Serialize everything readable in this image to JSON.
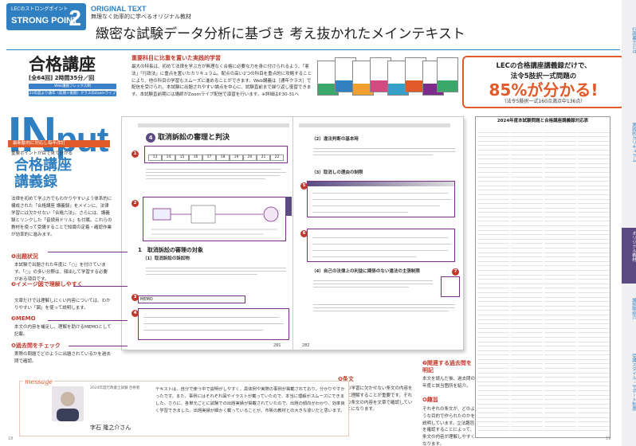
{
  "header": {
    "strong_point_label": "LECのストロングポイント",
    "strong_point_en": "STRONG POINT",
    "strong_point_no": "2",
    "original_text": "ORIGINAL TEXT",
    "original_sub": "無理なく効率的に学べるオリジナル教材",
    "headline": "緻密な試験データ分析に基づき 考え抜かれたメインテキスト"
  },
  "course": {
    "title": "合格講座",
    "meta": "[全64回] 2時間35分／回",
    "bar1": "Web講座フレックス制",
    "bar2": "21年度より通年（前期＋後期）クラスのZoomライブ配信授業あり"
  },
  "feature": {
    "title": "重要科目に比重を置いた実践的学習",
    "body": "最大の特長は、初めて法律を学ぶ方が無理なく合格に必要な力を身に付けられるよう、「憲法」「行政法」に重点を置いたカリキュラム。配点の高い2つの科目を重点的に攻略することにより、他の科目の学習もスムーズに進めることができます。Web講義は［通年クラス］で配信を受けられ、本試験に出題されやすい論点を中心に、試験直前まで繰り返し復習できます。本試験直前期には講師がZoomライブ配信で演習を行います。※詳細はP.30-31へ"
  },
  "callout": {
    "line1": "LECの合格講座講義録だけで、",
    "line2": "法令5肢択一式問題の",
    "pct": "85%が分かる!",
    "note": "（法令5肢択一式160点満点中136点）"
  },
  "tabs": [
    "行政書士とは",
    "実践的カリキュラム",
    "オリジナル教材",
    "講師陣紹介",
    "受講スタイル・サポート制度"
  ],
  "input": {
    "in": "IN",
    "put": "put",
    "redbar": "最新動向に対応し毎年改訂",
    "keyword": "重要ポイントが目で見て分かる",
    "title_line1": "合格講座",
    "title_line2": "講義録",
    "lead": "法律を初めて学ぶ方でもわかりやすいよう体系的に構成された「合格講座 講義録」をメインに、法律学習には欠かせない「合格六法」、さらには、講義録とリンクした「音読用ドリル」も付属。これらの教材を使って受講することで知識の定着・確認作業が効率的に進みます。"
  },
  "points": [
    {
      "title": "❶出題状況",
      "body": "本試験で出題された年度に「○」を付けています。「○」の多い分野は、頻出して学習する必要がある項目です。"
    },
    {
      "title": "❷イメージ図で理解しやすく",
      "body": "文章だけでは理解しにくい内容については、わかりやすい「図」を使って説明します。"
    },
    {
      "title": "❸MEMO",
      "body": "本文の内容を補足し、理解を助けるMEMOとして記載。"
    },
    {
      "title": "❹過去問をチェック",
      "body": "実際の問題でどのように出題されているかを過去問で確認。"
    }
  ],
  "spread": {
    "section_title": "取消訴訟の審理と判決",
    "section_no": "4",
    "years": [
      "13",
      "14",
      "15",
      "16",
      "17",
      "18",
      "19",
      "20",
      "21",
      "22"
    ],
    "heading1": "1　取消訴訟の審理の対象",
    "heading1a": "（1）取消訴訟の訴訟物",
    "right_h1": "（2）違法判断の基本時",
    "right_h2": "（3）取消しの理由の制限",
    "right_h3": "（4）自己の法律上の利益に関係のない違法の主張制限",
    "memo_label": "MEMO",
    "page_left": "281",
    "page_right": "282"
  },
  "side_points": [
    {
      "no": "5",
      "title": "❺条文",
      "body": "法律の学習に欠かせない条文の内容を正確に理解することが重要です。それぞれの条文の内容を文章で確認していくことになります。"
    },
    {
      "no": "6",
      "title": "❻趣旨",
      "body": "それぞれの条文が、どのような目的で作られたのかを説明しています。立法趣旨を確認することによって、条文の内容が理解しやすくなります。"
    },
    {
      "no": "7",
      "title": "❼関連する過去問を明記",
      "body": "本文を読んだ後、過去問の年度と該当箇所を紹介。"
    }
  ],
  "message": {
    "label": "message",
    "name": "字石 隆之介さん",
    "small": "2024年度行政書士試験 合格者",
    "body": "テキストは、自分で使う中で説明がしやすく、具体例や実際の事例が掲載されており、分かりやすかったです。また、事例にはそれぞれ図やイラストが載っていたので、本当に理解がスムーズにできました。さらに、各単元ごとに試験での出題実績が掲載されていたので、出題の傾向がわかり、効率良く学習できました。出題実績が細かく載っていることが、市販の教材との大きな違いだと思います。"
  },
  "table_title": "2024年度本試験問題と合格講座講義録対応表",
  "page_numbers": {
    "left": "18",
    "right": "19"
  }
}
